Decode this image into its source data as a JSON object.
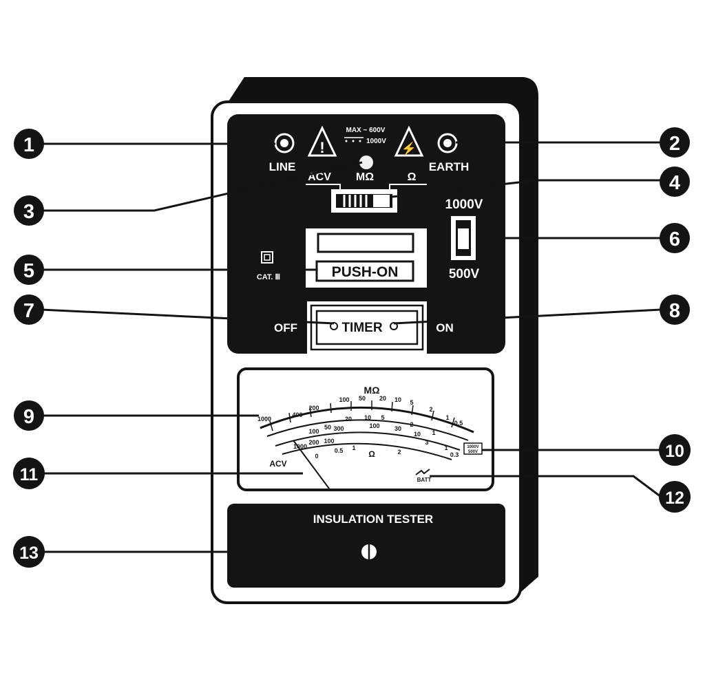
{
  "callouts": [
    "1",
    "2",
    "3",
    "4",
    "5",
    "6",
    "7",
    "8",
    "9",
    "10",
    "11",
    "12",
    "13"
  ],
  "panel": {
    "line_label": "LINE",
    "earth_label": "EARTH",
    "max_ac": "MAX ~ 600V",
    "max_dc": "1000V",
    "mode_acv": "ACV",
    "mode_mohm": "MΩ",
    "mode_ohm": "Ω",
    "range_high": "1000V",
    "range_low": "500V",
    "push_on": "PUSH-ON",
    "cat": "CAT. Ⅲ",
    "timer": "TIMER",
    "timer_off": "OFF",
    "timer_on": "ON"
  },
  "meter": {
    "unit_top": "MΩ",
    "scale_mohm": [
      "100",
      "50",
      "20",
      "10",
      "5",
      "2",
      "1",
      "0.5"
    ],
    "scale_mohm2": [
      "1000",
      "400",
      "200",
      "100",
      "50",
      "20",
      "10",
      "5",
      "2",
      "1"
    ],
    "scale_ohm": [
      "300",
      "100",
      "30",
      "10",
      "3",
      "1",
      "0.3"
    ],
    "scale_acv": [
      "1000",
      "200",
      "100",
      "0",
      "0.5",
      "1",
      "2"
    ],
    "ohm_label": "Ω",
    "acv_label": "ACV",
    "batt_label": "BATT",
    "range_tag_top": "1000V",
    "range_tag_bottom": "500V"
  },
  "footer": {
    "title": "INSULATION TESTER"
  }
}
